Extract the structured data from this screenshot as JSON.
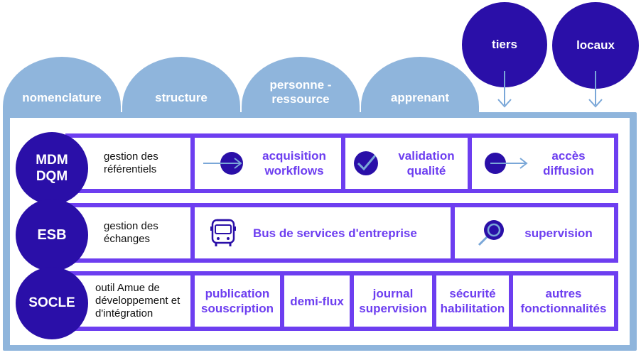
{
  "domes": [
    {
      "label": "nomenclature"
    },
    {
      "label": "structure"
    },
    {
      "label": "personne - ressource"
    },
    {
      "label": "apprenant"
    }
  ],
  "top_circles": [
    {
      "label": "tiers"
    },
    {
      "label": "locaux"
    }
  ],
  "rows": {
    "mdm": {
      "badge": "MDM DQM",
      "description": "gestion des référentiels",
      "items": [
        "acquisition workflows",
        "validation qualité",
        "accès diffusion"
      ]
    },
    "esb": {
      "badge": "ESB",
      "description": "gestion des échanges",
      "items": [
        "Bus de services d'entreprise",
        "supervision"
      ]
    },
    "socle": {
      "badge": "SOCLE",
      "description": "outil Amue de développement et d'intégration",
      "items": [
        "publication souscription",
        "demi-flux",
        "journal supervision",
        "sécurité habilitation",
        "autres fonctionnalités"
      ]
    }
  },
  "colors": {
    "accent_purple": "#6d3ef0",
    "dark_navy": "#2a0fa8",
    "light_blue": "#8fb5dc"
  }
}
